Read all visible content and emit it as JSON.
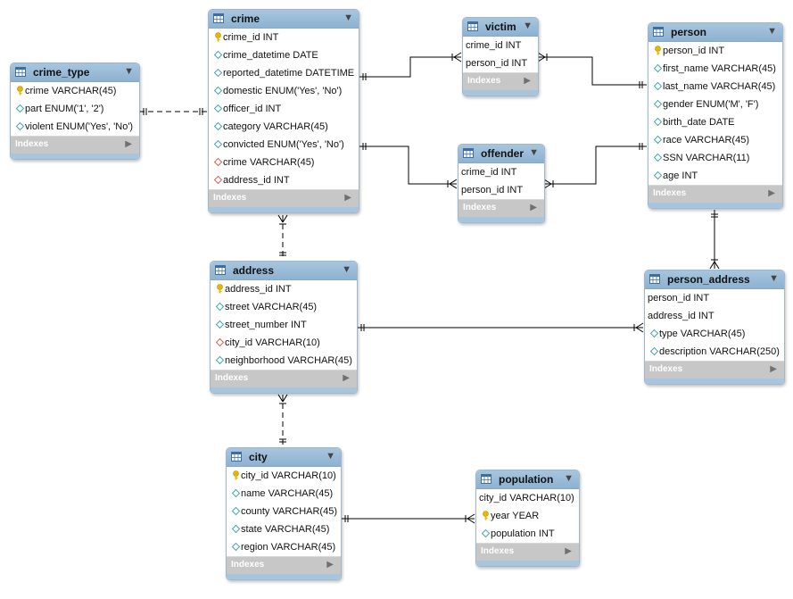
{
  "tables": [
    {
      "name": "crime_type",
      "columns": [
        {
          "text": "crime VARCHAR(45)",
          "icon": "key"
        },
        {
          "text": "part ENUM('1', '2')",
          "icon": "diamond"
        },
        {
          "text": "violent ENUM('Yes', 'No')",
          "icon": "diamond"
        }
      ],
      "indexes_label": "Indexes"
    },
    {
      "name": "crime",
      "columns": [
        {
          "text": "crime_id INT",
          "icon": "key"
        },
        {
          "text": "crime_datetime DATE",
          "icon": "diamond"
        },
        {
          "text": "reported_datetime DATETIME",
          "icon": "diamond"
        },
        {
          "text": "domestic ENUM('Yes', 'No')",
          "icon": "diamond"
        },
        {
          "text": "officer_id INT",
          "icon": "diamond"
        },
        {
          "text": "category VARCHAR(45)",
          "icon": "diamond"
        },
        {
          "text": "convicted ENUM('Yes', 'No')",
          "icon": "diamond"
        },
        {
          "text": "crime VARCHAR(45)",
          "icon": "fk-diamond"
        },
        {
          "text": "address_id INT",
          "icon": "fk-diamond"
        }
      ],
      "indexes_label": "Indexes"
    },
    {
      "name": "victim",
      "columns": [
        {
          "text": "crime_id INT",
          "icon": "none"
        },
        {
          "text": "person_id INT",
          "icon": "none"
        }
      ],
      "indexes_label": "Indexes"
    },
    {
      "name": "person",
      "columns": [
        {
          "text": "person_id INT",
          "icon": "key"
        },
        {
          "text": "first_name VARCHAR(45)",
          "icon": "diamond"
        },
        {
          "text": "last_name VARCHAR(45)",
          "icon": "diamond"
        },
        {
          "text": "gender ENUM('M', 'F')",
          "icon": "diamond"
        },
        {
          "text": "birth_date DATE",
          "icon": "diamond"
        },
        {
          "text": "race VARCHAR(45)",
          "icon": "diamond"
        },
        {
          "text": "SSN VARCHAR(11)",
          "icon": "diamond"
        },
        {
          "text": "age INT",
          "icon": "diamond"
        }
      ],
      "indexes_label": "Indexes"
    },
    {
      "name": "offender",
      "columns": [
        {
          "text": "crime_id INT",
          "icon": "none"
        },
        {
          "text": "person_id INT",
          "icon": "none"
        }
      ],
      "indexes_label": "Indexes"
    },
    {
      "name": "address",
      "columns": [
        {
          "text": "address_id INT",
          "icon": "key"
        },
        {
          "text": "street VARCHAR(45)",
          "icon": "diamond"
        },
        {
          "text": "street_number INT",
          "icon": "diamond"
        },
        {
          "text": "city_id VARCHAR(10)",
          "icon": "fk-diamond"
        },
        {
          "text": "neighborhood VARCHAR(45)",
          "icon": "diamond"
        }
      ],
      "indexes_label": "Indexes"
    },
    {
      "name": "person_address",
      "columns": [
        {
          "text": "person_id INT",
          "icon": "none"
        },
        {
          "text": "address_id INT",
          "icon": "none"
        },
        {
          "text": "type VARCHAR(45)",
          "icon": "diamond"
        },
        {
          "text": "description VARCHAR(250)",
          "icon": "diamond"
        }
      ],
      "indexes_label": "Indexes"
    },
    {
      "name": "city",
      "columns": [
        {
          "text": "city_id VARCHAR(10)",
          "icon": "key"
        },
        {
          "text": "name VARCHAR(45)",
          "icon": "diamond"
        },
        {
          "text": "county VARCHAR(45)",
          "icon": "diamond"
        },
        {
          "text": "state VARCHAR(45)",
          "icon": "diamond"
        },
        {
          "text": "region VARCHAR(45)",
          "icon": "diamond"
        }
      ],
      "indexes_label": "Indexes"
    },
    {
      "name": "population",
      "columns": [
        {
          "text": "city_id VARCHAR(10)",
          "icon": "none"
        },
        {
          "text": "year YEAR",
          "icon": "key"
        },
        {
          "text": "population INT",
          "icon": "diamond"
        }
      ],
      "indexes_label": "Indexes"
    }
  ],
  "relationships": [
    {
      "from": "crime_type",
      "to": "crime",
      "style": "dashed"
    },
    {
      "from": "crime",
      "to": "victim",
      "style": "solid"
    },
    {
      "from": "victim",
      "to": "person",
      "style": "solid"
    },
    {
      "from": "crime",
      "to": "offender",
      "style": "solid"
    },
    {
      "from": "offender",
      "to": "person",
      "style": "solid"
    },
    {
      "from": "crime",
      "to": "address",
      "style": "dashed"
    },
    {
      "from": "address",
      "to": "person_address",
      "style": "solid"
    },
    {
      "from": "person",
      "to": "person_address",
      "style": "solid"
    },
    {
      "from": "address",
      "to": "city",
      "style": "dashed"
    },
    {
      "from": "city",
      "to": "population",
      "style": "solid"
    }
  ],
  "colors": {
    "header": "#a8c5de",
    "border": "#9fb8ce",
    "indexes_bar": "#c7c7c7",
    "key_icon": "#e6b800",
    "diamond_icon": "#4aa6a6",
    "fk_diamond_icon": "#c46a5a",
    "line": "#000000"
  }
}
